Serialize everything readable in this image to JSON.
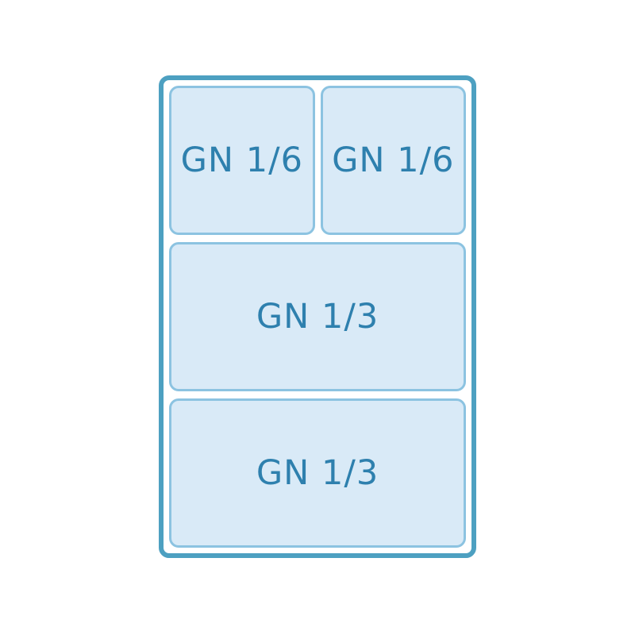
{
  "colors": {
    "background": "#ffffff",
    "outer_border": "#4da0c1",
    "pan_border": "#8cc3e1",
    "pan_fill": "#d9eaf7",
    "label_text": "#2e80ae"
  },
  "tray": {
    "pans": [
      {
        "label": "GN 1/6"
      },
      {
        "label": "GN 1/6"
      },
      {
        "label": "GN 1/3"
      },
      {
        "label": "GN 1/3"
      }
    ]
  }
}
